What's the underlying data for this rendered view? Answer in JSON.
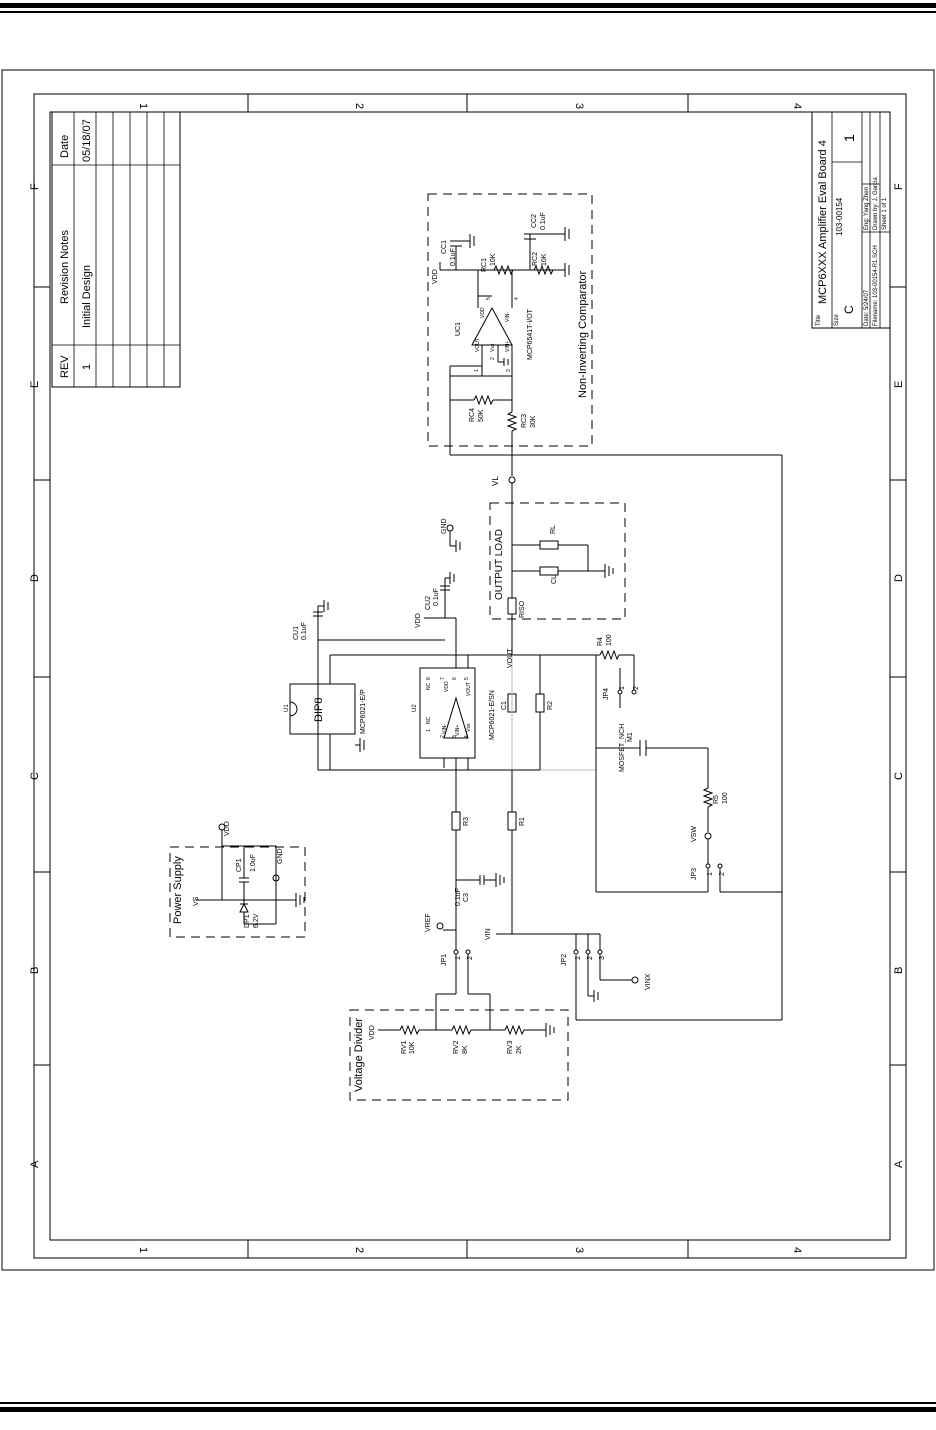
{
  "zones": {
    "top": [
      "1",
      "2",
      "3",
      "4"
    ],
    "bottom": [
      "1",
      "2",
      "3",
      "4"
    ],
    "left": [
      "F",
      "E",
      "D",
      "C",
      "B",
      "A"
    ],
    "right": [
      "F",
      "E",
      "D",
      "C",
      "B",
      "A"
    ]
  },
  "revision_table": {
    "headers": [
      "REV",
      "Revision Notes",
      "Date"
    ],
    "rows": [
      {
        "rev": "1",
        "notes": "Initial Design",
        "date": "05/18/07"
      }
    ]
  },
  "title_block": {
    "title_label": "Title",
    "title": "MCP6XXX Amplifier Eval Board 4",
    "part_number": "103-00154",
    "size_label": "Size",
    "size": "C",
    "rev": "1",
    "engineer": "Eng: Yang Zhen",
    "drawn_by": "Drawn by: J. Garcia",
    "sheet": "Sheet 1 of 1",
    "date": "Date: 5/24/07",
    "filename": "Filename: 103-00154-R1.SCH"
  },
  "labels": {
    "power_supply": "Power Supply",
    "voltage_divider": "Voltage Divider",
    "output_load": "OUTPUT LOAD",
    "comparator": "Non-Inverting Comparator",
    "dip8": "DIP8",
    "u1": "U1",
    "u1_part": "MCP6021-E/P",
    "u2": "U2",
    "u2_part": "MCP6021-E/SN",
    "uc1": "UC1",
    "uc1_part": "MCP6541T-I/OT",
    "vdd_a": "VDD",
    "vdd_b": "VDD",
    "vdd_c": "VDD",
    "vdd_d": "VDD",
    "gnd_a": "GND",
    "gnd_b": "GND",
    "vs": "VS",
    "vref": "VREF",
    "vin": "VIN",
    "vinx": "VINX",
    "vl": "VL",
    "vout": "VOUT",
    "vsw": "VSW",
    "cp1": "CP1",
    "cp1_val": "1.0uF",
    "dp1": "DP1",
    "dp1_val": "6.2V",
    "rv1": "RV1",
    "rv1_val": "10K",
    "rv2": "RV2",
    "rv2_val": "8K",
    "rv3": "RV3",
    "rv3_val": "2K",
    "jp1": "JP1",
    "jp2": "JP2",
    "jp3": "JP3",
    "jp4": "JP4",
    "r1": "R1",
    "r2": "R2",
    "r3": "R3",
    "r4": "R4",
    "r4_val": "100",
    "r5": "R5",
    "r5_val": "100",
    "c1": "C1",
    "c3": "C3",
    "c3_val": "0.1uF",
    "cu1": "CU1",
    "cu1_val": "0.1uF",
    "cu2": "CU2",
    "cu2_val": "0.1uF",
    "riso": "RISO",
    "rl": "RL",
    "cl": "CL",
    "mosfet": "MOSFET_NCH",
    "m1": "M1",
    "cc1": "CC1",
    "cc1_val": "0.1uF",
    "cc2": "CC2",
    "cc2_val": "0.1uF",
    "rc1": "RC1",
    "rc1_val": "10K",
    "rc2": "RC2",
    "rc2_val": "10K",
    "rc3": "RC3",
    "rc3_val": "30K",
    "rc4": "RC4",
    "rc4_val": "50K",
    "pin1": "1",
    "pin2": "2",
    "pin3": "3",
    "p1": "1",
    "p2": "2",
    "p3": "3",
    "p4": "4",
    "p5": "5",
    "p6": "6",
    "p7": "7",
    "p8": "8",
    "nc_a": "NC",
    "nc_b": "NC",
    "vdd_pin": "VDD",
    "vout_pin": "VOUT",
    "vss_pin": "Vss",
    "vinp_pin": "VIN+",
    "vinm_pin": "VIN-",
    "c_vout": "VOUT",
    "c_vss": "Vss",
    "c_vinp": "VIN+",
    "c_vinm": "VIN-",
    "c_vdd": "VDD",
    "c_p1": "1",
    "c_p2": "2",
    "c_p3": "3",
    "c_p4": "4",
    "c_p5": "5"
  }
}
